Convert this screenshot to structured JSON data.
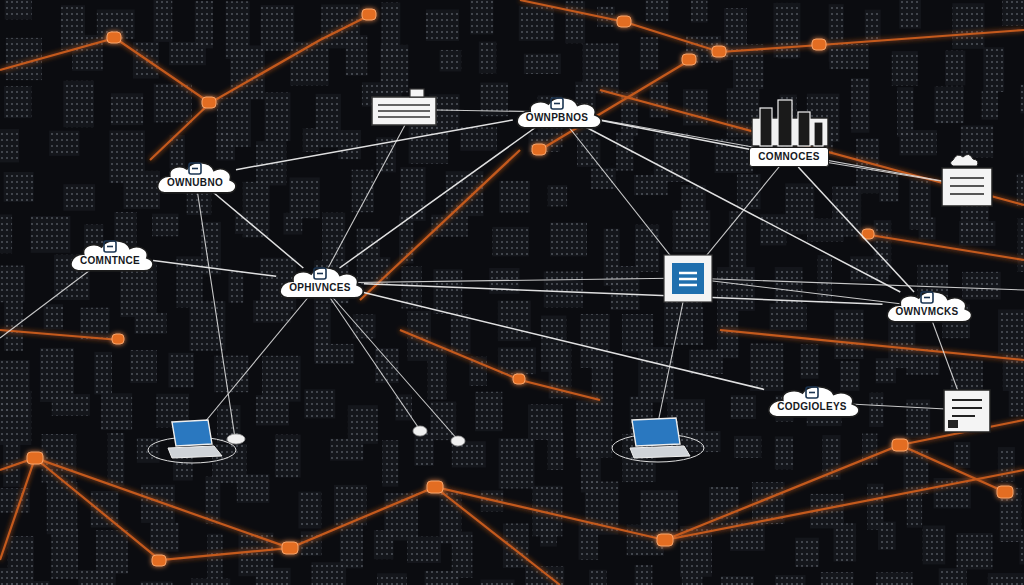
{
  "diagram": {
    "nodes": [
      {
        "text": [
          "OWNPBNOS"
        ]
      },
      {
        "text": [
          "COMNOCES"
        ]
      },
      {
        "text": [
          "OWNUBNO"
        ]
      },
      {
        "text": [
          "COMNTNCE"
        ]
      },
      {
        "text": [
          "OPHIVNCES"
        ]
      },
      {
        "text": [
          "OWNVMCKS"
        ]
      },
      {
        "text": [
          "CODGIOLEYS"
        ]
      }
    ],
    "edges": [
      {
        "from": 2,
        "to": 4,
        "arrow": "none"
      },
      {
        "from": 3,
        "to": 4,
        "arrow": "none"
      },
      {
        "from": 0,
        "to": 4,
        "arrow": "none"
      },
      {
        "from": 2,
        "to": 0,
        "arrow": "none"
      },
      {
        "from": 0,
        "to": 1,
        "arrow": "none"
      },
      {
        "from": 0,
        "to": 5,
        "arrow": "none"
      },
      {
        "from": 1,
        "to": 5,
        "arrow": "none"
      },
      {
        "from": 4,
        "to": 5,
        "arrow": "none"
      },
      {
        "from": 4,
        "to": 6,
        "arrow": "none"
      }
    ]
  }
}
